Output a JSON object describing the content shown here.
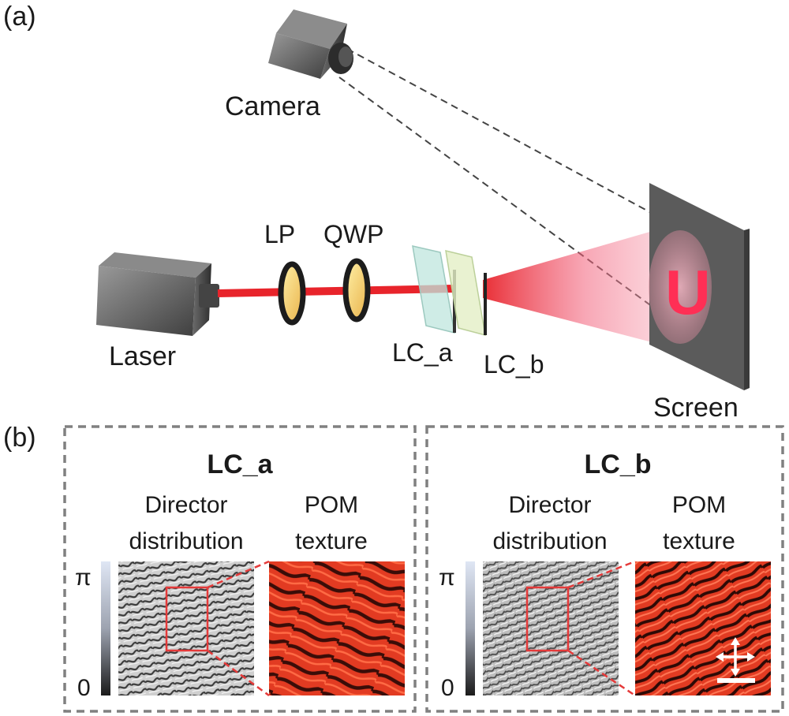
{
  "panel_a": {
    "label": "(a)",
    "components": {
      "camera": "Camera",
      "laser": "Laser",
      "lp": "LP",
      "qwp": "QWP",
      "lc_a": "LC_a",
      "lc_b": "LC_b",
      "screen": "Screen"
    },
    "screen_glyph": "U"
  },
  "panel_b": {
    "label": "(b)",
    "boxes": [
      {
        "title": "LC_a",
        "col1": [
          "Director",
          "distribution"
        ],
        "col2": [
          "POM",
          "texture"
        ],
        "scale_max": "π",
        "scale_min": "0"
      },
      {
        "title": "LC_b",
        "col1": [
          "Director",
          "distribution"
        ],
        "col2": [
          "POM",
          "texture"
        ],
        "scale_max": "π",
        "scale_min": "0"
      }
    ]
  },
  "colors": {
    "laser_red": "#e8242b",
    "pom_red": "#e23b22",
    "frame_gray": "#7d7d7d",
    "device_gray": "#5a5a5a"
  }
}
